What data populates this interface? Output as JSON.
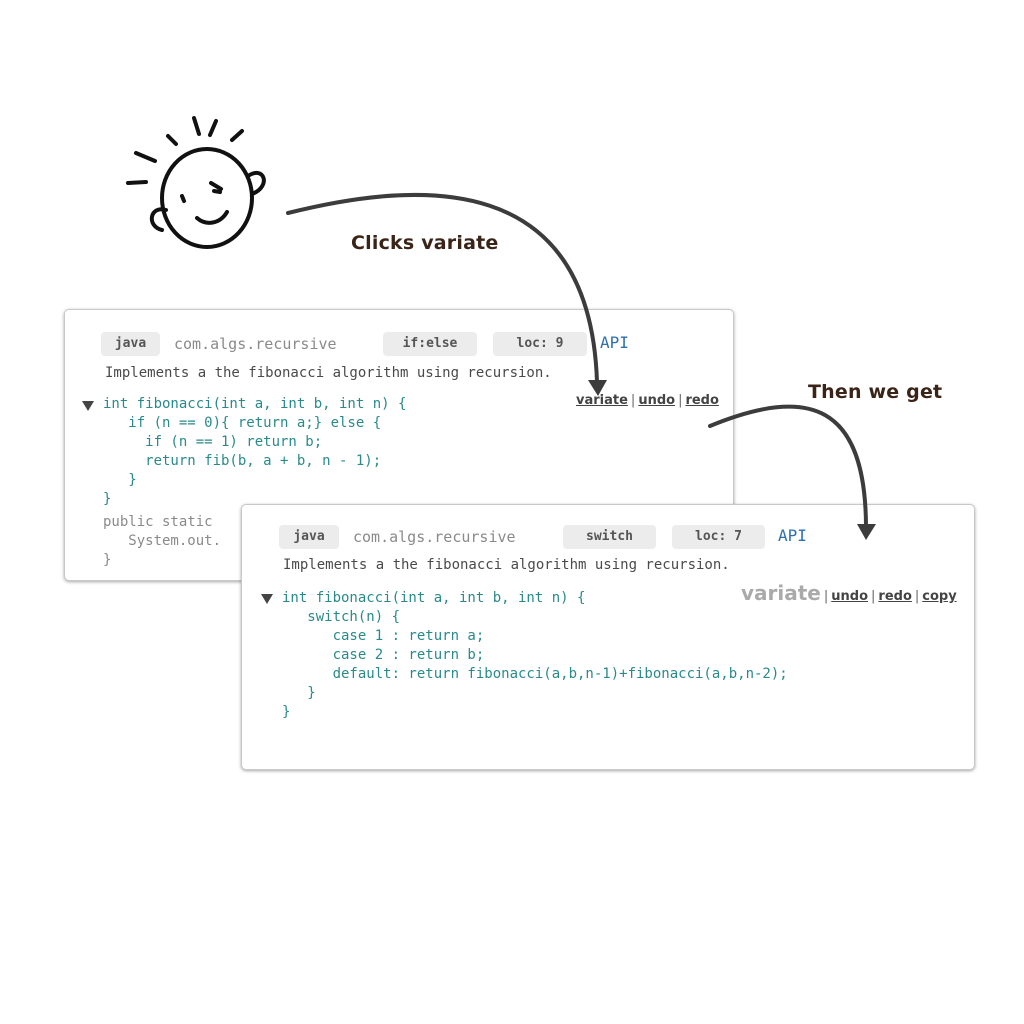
{
  "annotations": {
    "clicks_variate": "Clicks variate",
    "then_we_get": "Then we get"
  },
  "card1": {
    "lang_tag": "java",
    "package": "com.algs.recursive",
    "construct_tag": "if:else",
    "loc_tag": "loc: 9",
    "api_link": "API",
    "description": "Implements a the fibonacci algorithm using recursion.",
    "actions": {
      "variate": "variate",
      "undo": "undo",
      "redo": "redo"
    },
    "code_lines": [
      "int fibonacci(int a, int b, int n) {",
      "   if (n == 0){ return a;} else {",
      "     if (n == 1) return b;",
      "     return fib(b, a + b, n - 1);",
      "   }",
      "}",
      "public static",
      "   System.out.",
      "}"
    ]
  },
  "card2": {
    "lang_tag": "java",
    "package": "com.algs.recursive",
    "construct_tag": "switch",
    "loc_tag": "loc: 7",
    "api_link": "API",
    "description": "Implements a the fibonacci algorithm using recursion.",
    "actions": {
      "variate": "variate",
      "undo": "undo",
      "redo": "redo",
      "copy": "copy"
    },
    "code_lines": [
      "int fibonacci(int a, int b, int n) {",
      "   switch(n) {",
      "      case 1 : return a;",
      "      case 2 : return b;",
      "      default: return fibonacci(a,b,n-1)+fibonacci(a,b,n-2);",
      "   }",
      "}"
    ]
  },
  "colors": {
    "code": "#2a8a8a",
    "api_link": "#2e6fb0",
    "annotation_text": "#3a2418",
    "arrow": "#3c3c3c"
  },
  "icons": {
    "user": "smiley-face-icon",
    "fold": "triangle-down-icon"
  }
}
